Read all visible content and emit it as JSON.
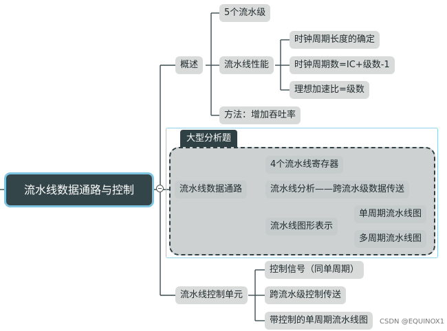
{
  "root": {
    "label": "流水线数据通路与控制"
  },
  "branch_overview": {
    "label": "概述",
    "children": {
      "stages": "5个流水级",
      "performance": "流水线性能",
      "perf_children": [
        "时钟周期长度的确定",
        "时钟周期数=IC+级数-1",
        "理想加速比=级数"
      ],
      "method": "方法：增加吞吐率"
    }
  },
  "branch_datapath": {
    "tag": "大型分析题",
    "label": "流水线数据通路",
    "children": {
      "registers": "4个流水线寄存器",
      "analysis": "流水线分析——跨流水级数据传送",
      "graphic": "流水线图形表示",
      "graphic_children": [
        "单周期流水线图",
        "多周期流水线图"
      ]
    }
  },
  "branch_control": {
    "label": "流水线控制单元",
    "children": [
      "控制信号（同单周期）",
      "跨流水级控制传送",
      "带控制的单周期流水线图"
    ]
  },
  "watermark": "CSDN @EQUINOX1",
  "colors": {
    "root_bg": "#34454a",
    "root_glow": "#7ec3e0",
    "node_bg": "#d9dbda",
    "frame_cyan": "#8fd3ea",
    "frame_dash": "#2f4145",
    "line": "#3a4b4f"
  }
}
